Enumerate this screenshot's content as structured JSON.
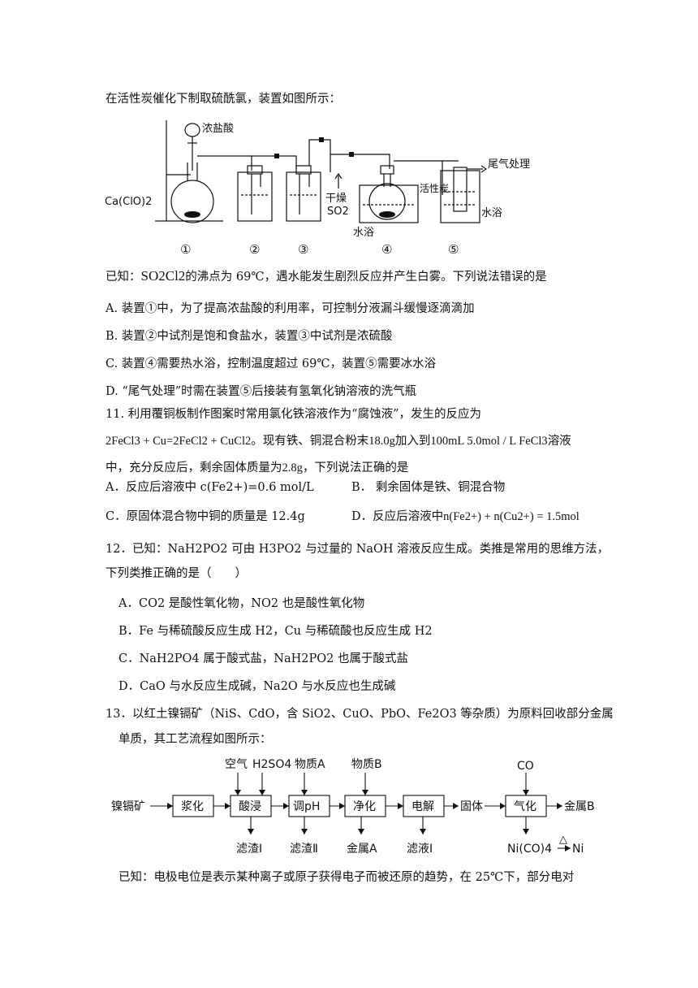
{
  "intro": "在活性炭催化下制取硫酰氯，装置如图所示：",
  "apparatus": {
    "labels": {
      "acid": "浓盐酸",
      "reagent": "Ca(ClO)2",
      "dry": "干燥",
      "so2": "SO2",
      "carbon": "活性炭",
      "bath4": "水浴",
      "bath5": "水浴",
      "tail": "尾气处理"
    },
    "numbers": [
      "①",
      "②",
      "③",
      "④",
      "⑤"
    ]
  },
  "q10": {
    "known_prefix": "已知：",
    "formula": "SO2Cl2",
    "known_suffix": "的沸点为 69℃，遇水能发生剧烈反应并产生白雾。下列说法错误的是",
    "options": [
      "A. 装置①中，为了提高浓盐酸的利用率，可控制分液漏斗缓慢逐滴滴加",
      "B. 装置②中试剂是饱和食盐水，装置③中试剂是浓硫酸",
      "C. 装置④需要热水浴，控制温度超过 69℃，装置⑤需要冰水浴",
      "D. “尾气处理”时需在装置⑤后接装有氢氧化钠溶液的洗气瓶"
    ]
  },
  "q11": {
    "stem1": "11. 利用覆铜板制作图案时常用氯化铁溶液作为“腐蚀液”，发生的反应为",
    "equation": "2FeCl3 + Cu=2FeCl2 + CuCl2",
    "stem2a": "。现有铁、铜混合粉末",
    "mass": "18.0g",
    "stem2b": "加入到",
    "solution": "100mL 5.0mol / L FeCl3",
    "stem2c": "溶液",
    "stem3a": "中，充分反应后，剩余固体质量为",
    "residue": "2.8g",
    "stem3b": "，下列说法正确的是",
    "optA": "A．反应后溶液中 c(Fe2+)=0.6 mol/L",
    "optB": "B．  剩余固体是铁、铜混合物",
    "optC": "C．原固体混合物中铜的质量是 12.4g",
    "optD_prefix": "D．反应后溶液中",
    "optD_expr": "n(Fe2+) + n(Cu2+) = 1.5mol"
  },
  "q12": {
    "stem1": "12．已知：NaH2PO2 可由 H3PO2 与过量的 NaOH 溶液反应生成。类推是常用的思维方法，",
    "stem2": "下列类推正确的是（　　）",
    "options": [
      "A．CO2 是酸性氧化物，NO2 也是酸性氧化物",
      "B．Fe 与稀硫酸反应生成 H2，Cu 与稀硫酸也反应生成 H2",
      "C．NaH2PO4 属于酸式盐，NaH2PO2 也属于酸式盐",
      "D．CaO 与水反应生成碱，Na2O 与水反应也生成碱"
    ]
  },
  "q13": {
    "stem1": "13．以红土镍镉矿（NiS、CdO，含 SiO2、CuO、PbO、Fe2O3 等杂质）为原料回收部分金属",
    "stem2": "单质，其工艺流程如图所示：",
    "flow": {
      "start": "镍镉矿",
      "steps": [
        "浆化",
        "酸浸",
        "调pH",
        "净化",
        "电解",
        "气化"
      ],
      "solid": "固体",
      "inputs": [
        "空气",
        "H2SO4",
        "物质A",
        "物质B",
        "CO"
      ],
      "outputs": [
        "滤渣Ⅰ",
        "滤渣Ⅱ",
        "金属A",
        "滤液Ⅰ"
      ],
      "metalB": "金属B",
      "nico": "Ni(CO)4",
      "heat": "△",
      "ni": "Ni"
    },
    "known": "已知：电极电位是表示某种离子或原子获得电子而被还原的趋势，在 25℃下，部分电对"
  }
}
